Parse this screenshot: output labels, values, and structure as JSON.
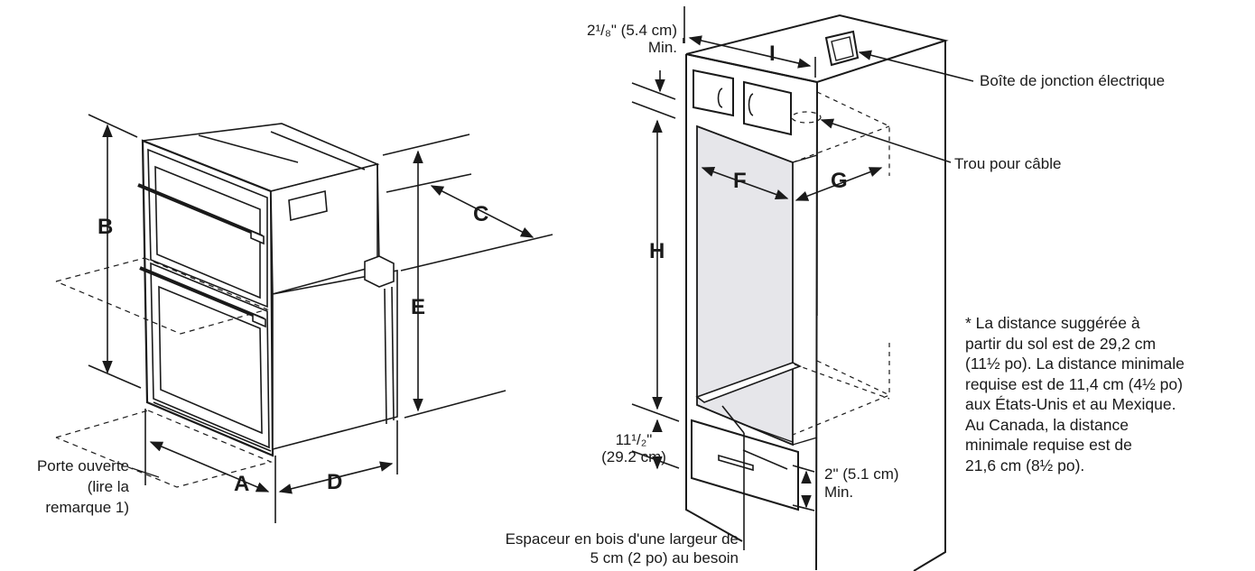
{
  "letters": {
    "A": "A",
    "B": "B",
    "C": "C",
    "D": "D",
    "E": "E",
    "F": "F",
    "G": "G",
    "H": "H",
    "I": "I"
  },
  "labels": {
    "top_clearance_line1": "2¹/₈\" (5.4 cm)",
    "top_clearance_line2": "Min.",
    "junction_box": "Boîte de jonction électrique",
    "cable_hole": "Trou pour câble",
    "door_open_line1": "Porte ouverte",
    "door_open_line2": "(lire la",
    "door_open_line3": "remarque 1)",
    "floor_height_line1": "11¹/₂\"",
    "floor_height_line2": "(29.2 cm)",
    "spacer_clearance_line1": "2\" (5.1 cm)",
    "spacer_clearance_line2": "Min.",
    "wood_spacer_line1": "Espaceur en bois d'une largeur de",
    "wood_spacer_line2": "5 cm (2 po) au besoin"
  },
  "note": {
    "lines": [
      "* La distance suggérée à",
      "partir du sol est de 29,2 cm",
      "(11½ po). La distance minimale",
      "requise est de 11,4 cm (4½ po)",
      "aux États-Unis et au Mexique.",
      "Au Canada, la distance",
      "minimale requise est de",
      "21,6 cm (8½ po)."
    ]
  },
  "colors": {
    "ink": "#1a1a1a",
    "cutout_fill": "#e6e6ea"
  }
}
